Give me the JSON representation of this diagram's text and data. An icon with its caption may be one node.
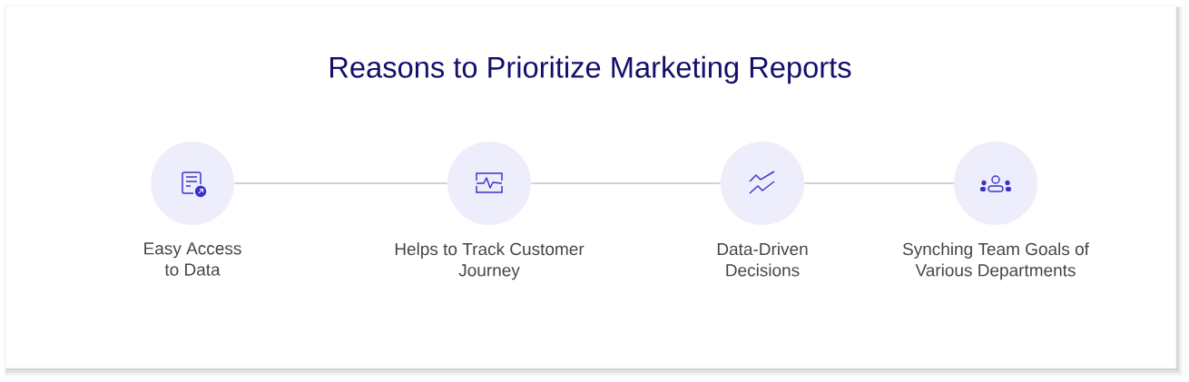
{
  "diagram": {
    "title": "Reasons to Prioritize Marketing Reports",
    "nodes": [
      {
        "text": [
          "Easy Access to Data"
        ]
      },
      {
        "text": [
          "Helps to Track Customer Journey"
        ]
      },
      {
        "text": [
          "Data-Driven Decisions"
        ]
      },
      {
        "text": [
          "Synching Team Goals of Various Departments"
        ]
      }
    ],
    "edges": [
      {
        "from": 0,
        "to": 1,
        "arrow": "none"
      },
      {
        "from": 1,
        "to": 2,
        "arrow": "none"
      },
      {
        "from": 2,
        "to": 3,
        "arrow": "none"
      }
    ]
  }
}
